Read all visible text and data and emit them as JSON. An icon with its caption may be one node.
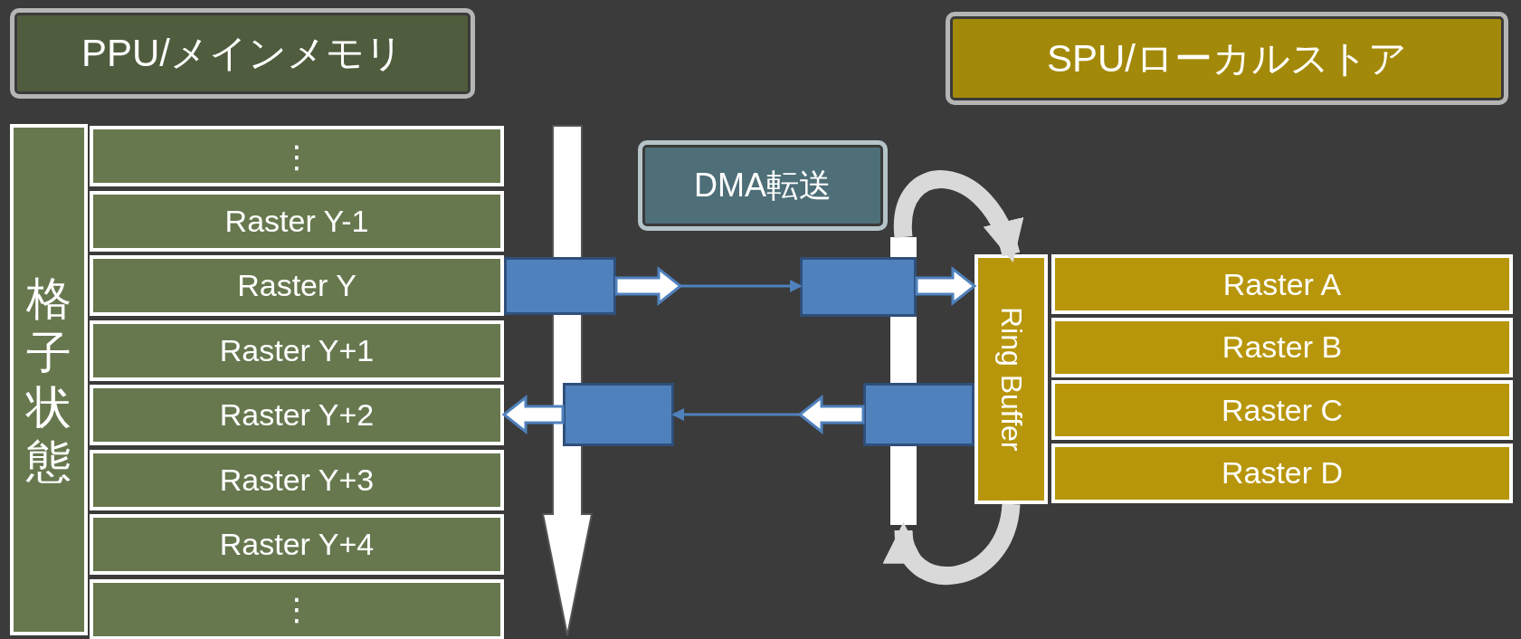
{
  "diagram": {
    "nodes": [
      {
        "text": [
          "PPU/メインメモリ"
        ]
      },
      {
        "text": [
          "SPU/ローカルストア"
        ]
      },
      {
        "text": [
          "格子状態"
        ]
      },
      {
        "text": [
          "⋮"
        ]
      },
      {
        "text": [
          "Raster Y-1"
        ]
      },
      {
        "text": [
          "Raster Y"
        ]
      },
      {
        "text": [
          "Raster Y+1"
        ]
      },
      {
        "text": [
          "Raster Y+2"
        ]
      },
      {
        "text": [
          "Raster Y+3"
        ]
      },
      {
        "text": [
          "Raster Y+4"
        ]
      },
      {
        "text": [
          "⋮"
        ]
      },
      {
        "text": [
          "DMA転送"
        ]
      },
      {
        "text": [],
        "shape": "box"
      },
      {
        "text": [],
        "shape": "box"
      },
      {
        "text": [],
        "shape": "box"
      },
      {
        "text": [],
        "shape": "box"
      },
      {
        "text": [
          "Ring Buffer"
        ]
      },
      {
        "text": [
          "Raster A"
        ]
      },
      {
        "text": [
          "Raster B"
        ]
      },
      {
        "text": [
          "Raster C"
        ]
      },
      {
        "text": [
          "Raster D"
        ]
      },
      {
        "text": [],
        "shape": "bar"
      }
    ],
    "edges": [
      {
        "from": 12,
        "to": 13,
        "arrow": "to",
        "color": "#4f81bd"
      },
      {
        "from": 14,
        "to": 15,
        "arrow": "to",
        "color": "#4f81bd"
      },
      {
        "from": 12,
        "to": null,
        "arrow": "to",
        "style": "thick"
      },
      {
        "from": 13,
        "to": 16,
        "arrow": "to",
        "style": "thick"
      },
      {
        "from": 14,
        "to": null,
        "arrow": "to",
        "style": "thick"
      },
      {
        "from": 15,
        "to": 7,
        "arrow": "to",
        "style": "thick"
      },
      {
        "from": 21,
        "to": 16,
        "arrow": "to",
        "style": "thick",
        "color": "#d9d9d9"
      },
      {
        "from": 16,
        "to": 21,
        "arrow": "to",
        "style": "thick",
        "color": "#d9d9d9"
      }
    ]
  }
}
